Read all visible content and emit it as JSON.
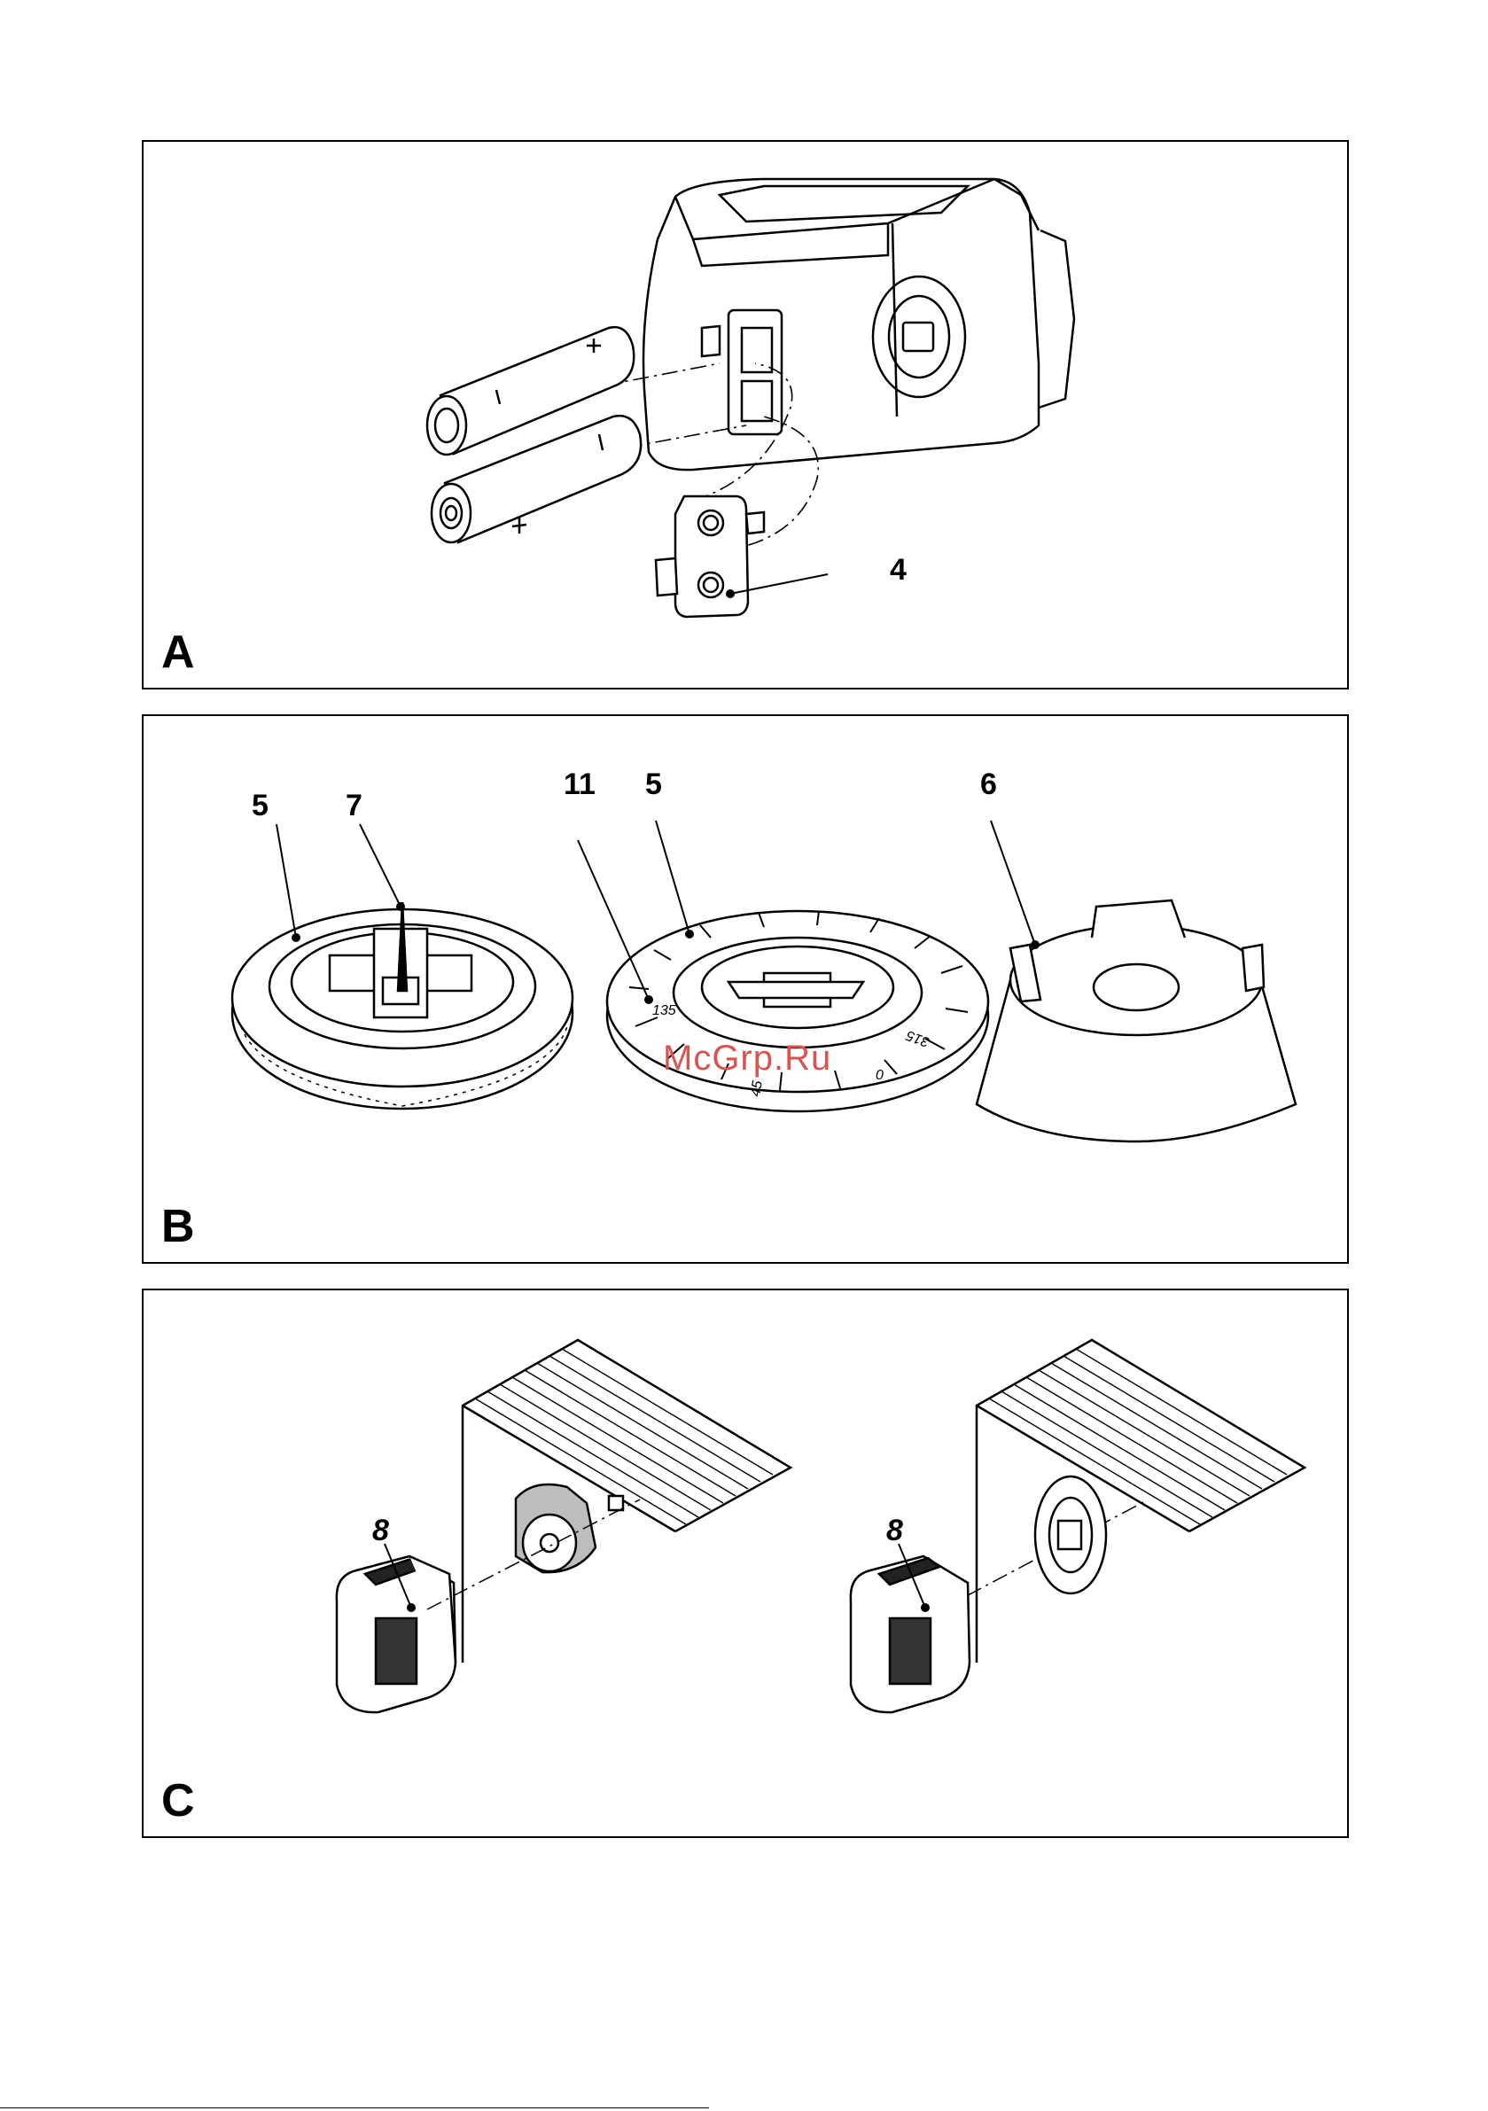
{
  "panels": {
    "a": {
      "letter": "A",
      "callouts": {
        "battery_cover": "4"
      }
    },
    "b": {
      "letter": "B",
      "callouts": {
        "left_dial": "5",
        "pin": "7",
        "scale": "11",
        "center_dial": "5",
        "base": "6"
      },
      "scale_labels": {
        "l135": "135",
        "l315": "315",
        "l45": "45",
        "l0": "0"
      }
    },
    "c": {
      "letter": "C",
      "callouts": {
        "left_laser": "8",
        "right_laser": "8"
      }
    }
  },
  "watermark": "McGrp.Ru"
}
